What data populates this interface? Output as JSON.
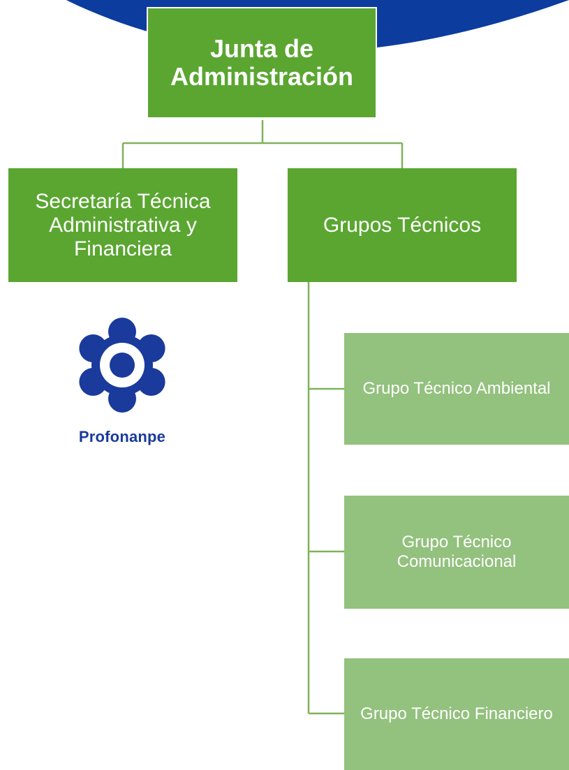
{
  "org_chart": {
    "root": {
      "label": "Junta de Administración"
    },
    "level2": [
      {
        "id": "secretaria",
        "label": "Secretaría Técnica Administrativa y Financiera"
      },
      {
        "id": "grupos",
        "label": "Grupos Técnicos"
      }
    ],
    "grupos_children": [
      {
        "id": "ambiental",
        "label": "Grupo Técnico Ambiental"
      },
      {
        "id": "comunicacional",
        "label": "Grupo Técnico Comunicacional"
      },
      {
        "id": "financiero",
        "label": "Grupo Técnico Financiero"
      }
    ]
  },
  "logo": {
    "text": "Profonanpe",
    "icon": "profonanpe-flower-icon"
  },
  "colors": {
    "header_arc": "#0b3c9e",
    "primary_box": "#5aa631",
    "secondary_box": "#93c17e",
    "connector": "#7fb25a",
    "logo_blue": "#1a3a9c"
  }
}
